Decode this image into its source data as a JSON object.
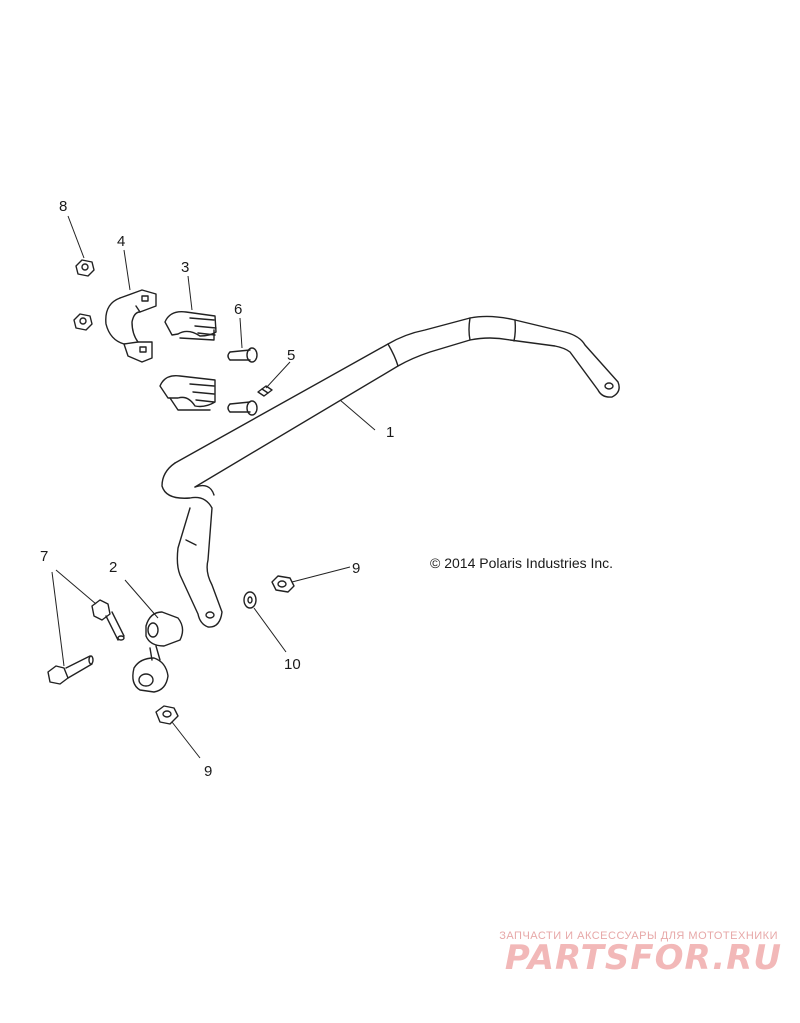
{
  "diagram": {
    "callouts": [
      {
        "id": "c1",
        "text": "1"
      },
      {
        "id": "c2",
        "text": "2"
      },
      {
        "id": "c3",
        "text": "3"
      },
      {
        "id": "c4",
        "text": "4"
      },
      {
        "id": "c5",
        "text": "5"
      },
      {
        "id": "c6",
        "text": "6"
      },
      {
        "id": "c7",
        "text": "7"
      },
      {
        "id": "c8",
        "text": "8"
      },
      {
        "id": "c9a",
        "text": "9"
      },
      {
        "id": "c9b",
        "text": "9"
      },
      {
        "id": "c10",
        "text": "10"
      }
    ],
    "copyright": "© 2014 Polaris Industries Inc.",
    "line_color": "#222222"
  },
  "watermark": {
    "tagline": "ЗАПЧАСТИ И АКСЕССУАРЫ ДЛЯ МОТОТЕХНИКИ",
    "logo_text": "PARTSFOR.RU",
    "color": "#f2b8b8"
  }
}
